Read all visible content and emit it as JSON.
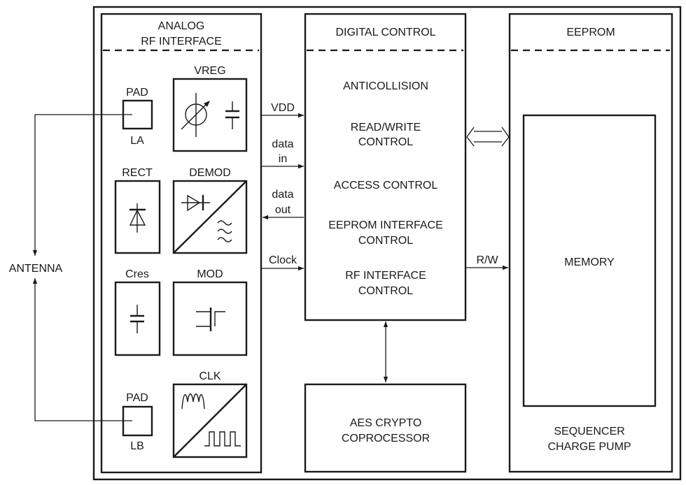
{
  "diagram": {
    "antenna": {
      "label": "ANTENNA"
    },
    "analog_rf": {
      "title_line1": "ANALOG",
      "title_line2": "RF INTERFACE",
      "pad_a": {
        "label": "PAD",
        "sublabel": "LA"
      },
      "pad_b": {
        "label": "PAD",
        "sublabel": "LB"
      },
      "vreg": {
        "label": "VREG",
        "icon": "voltage-regulator-icon"
      },
      "rect": {
        "label": "RECT",
        "icon": "diode-icon"
      },
      "demod": {
        "label": "DEMOD",
        "icon": "demodulator-icon"
      },
      "cres": {
        "label": "Cres",
        "icon": "capacitor-icon"
      },
      "mod": {
        "label": "MOD",
        "icon": "transistor-icon"
      },
      "clk": {
        "label": "CLK",
        "icon": "clock-shaper-icon"
      }
    },
    "signals": {
      "vdd": "VDD",
      "data_in_line1": "data",
      "data_in_line2": "in",
      "data_out_line1": "data",
      "data_out_line2": "out",
      "clock": "Clock",
      "rw": "R/W"
    },
    "digital_control": {
      "title": "DIGITAL CONTROL",
      "functions": [
        {
          "line1": "ANTICOLLISION",
          "line2": ""
        },
        {
          "line1": "READ/WRITE",
          "line2": "CONTROL"
        },
        {
          "line1": "ACCESS CONTROL",
          "line2": ""
        },
        {
          "line1": "EEPROM INTERFACE",
          "line2": "CONTROL"
        },
        {
          "line1": "RF INTERFACE",
          "line2": "CONTROL"
        }
      ]
    },
    "aes": {
      "line1": "AES CRYPTO",
      "line2": "COPROCESSOR"
    },
    "eeprom": {
      "title": "EEPROM",
      "memory": "MEMORY",
      "footer_line1": "SEQUENCER",
      "footer_line2": "CHARGE PUMP"
    }
  }
}
